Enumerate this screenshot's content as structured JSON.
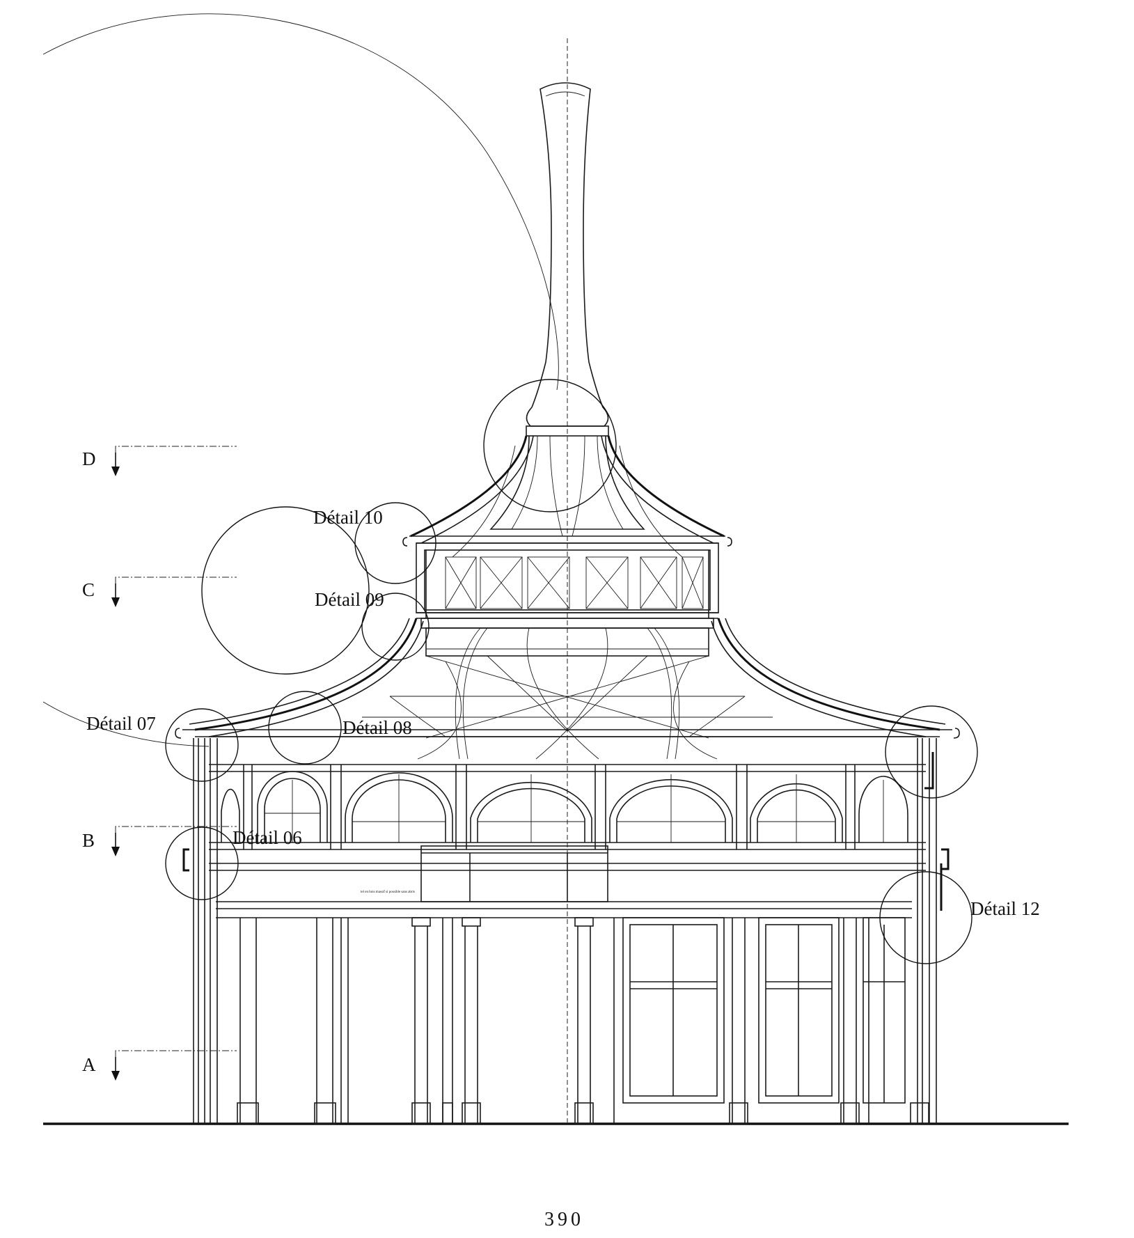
{
  "drawing": {
    "details": [
      {
        "id": "detail-10",
        "label": "Détail  10"
      },
      {
        "id": "detail-09",
        "label": "Détail  09"
      },
      {
        "id": "detail-07",
        "label": "Détail  07"
      },
      {
        "id": "detail-08",
        "label": "Détail  08"
      },
      {
        "id": "detail-06",
        "label": "Détail  06"
      },
      {
        "id": "detail-12",
        "label": "Détail  12"
      }
    ],
    "section_markers": [
      "D",
      "C",
      "B",
      "A"
    ],
    "small_note": "tel en bois massif si possible  sans abris",
    "page_number": "390"
  }
}
